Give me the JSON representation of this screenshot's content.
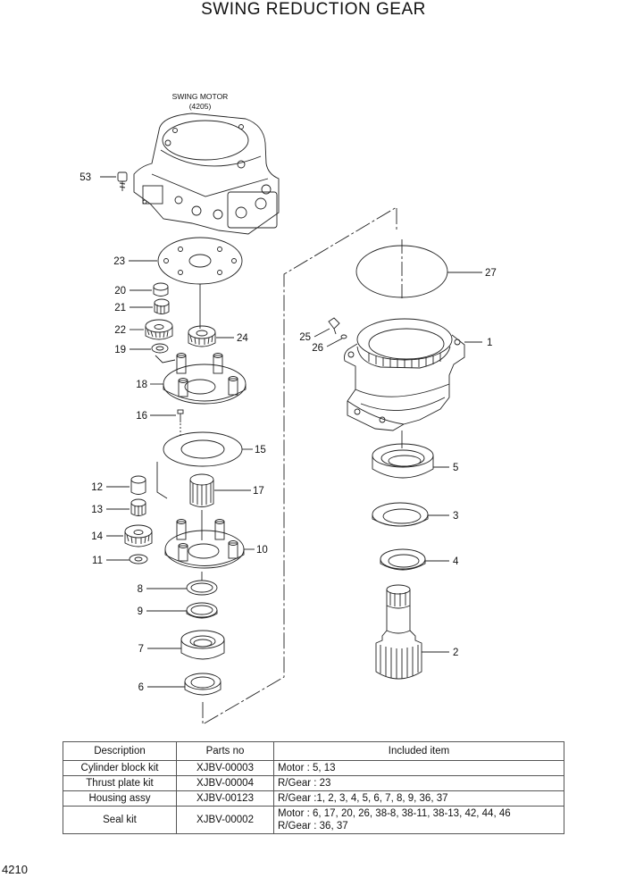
{
  "title": "SWING REDUCTION GEAR",
  "page_number": "4210",
  "motor_label": {
    "name": "SWING MOTOR",
    "code": "(4205)"
  },
  "callouts": {
    "c53": "53",
    "c23": "23",
    "c20": "20",
    "c21": "21",
    "c22": "22",
    "c24": "24",
    "c19": "19",
    "c18": "18",
    "c16": "16",
    "c15": "15",
    "c12": "12",
    "c17": "17",
    "c13": "13",
    "c14": "14",
    "c10": "10",
    "c11": "11",
    "c8": "8",
    "c9": "9",
    "c7": "7",
    "c6": "6",
    "c27": "27",
    "c25": "25",
    "c26": "26",
    "c1": "1",
    "c5": "5",
    "c3": "3",
    "c4": "4",
    "c2": "2"
  },
  "table": {
    "headers": [
      "Description",
      "Parts no",
      "Included item"
    ],
    "rows": [
      {
        "description": "Cylinder block kit",
        "parts_no": "XJBV-00003",
        "included": "Motor :  5, 13"
      },
      {
        "description": "Thrust plate kit",
        "parts_no": "XJBV-00004",
        "included": "R/Gear : 23"
      },
      {
        "description": "Housing assy",
        "parts_no": "XJBV-00123",
        "included": "R/Gear :1, 2, 3, 4, 5, 6, 7, 8, 9, 36, 37"
      },
      {
        "description": "Seal  kit",
        "parts_no": "XJBV-00002",
        "included": "Motor : 6, 17, 20, 26, 38-8, 38-11, 38-13, 42, 44, 46",
        "included_line2": "R/Gear : 36, 37"
      }
    ]
  }
}
